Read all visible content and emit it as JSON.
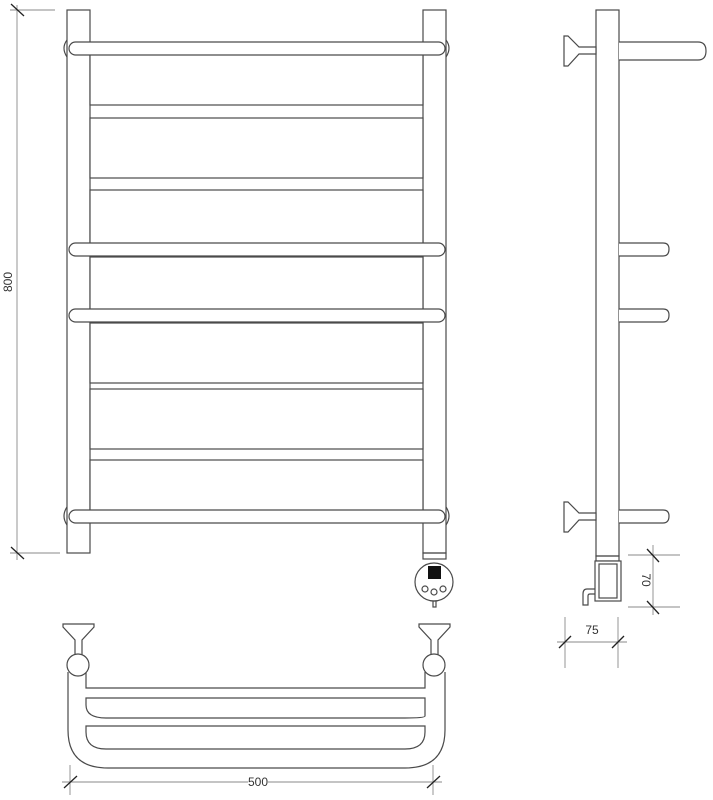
{
  "drawing": {
    "title": "Heated towel rail technical drawing",
    "views": [
      "front-view",
      "side-view",
      "top-view",
      "heater-detail"
    ],
    "front_view": {
      "rung_count": 7,
      "towel_bar_count": 4
    },
    "side_view": {
      "wall_mounts": 2,
      "arms": 4
    },
    "heater": {
      "control_buttons": 3
    }
  },
  "dimensions": {
    "height": "800",
    "width": "500",
    "heater_height": "70",
    "heater_depth": "75"
  },
  "colors": {
    "line": "#4a4a4a",
    "dimension_line": "#8a8a8a",
    "background": "#ffffff",
    "heater_display": "#111111"
  }
}
